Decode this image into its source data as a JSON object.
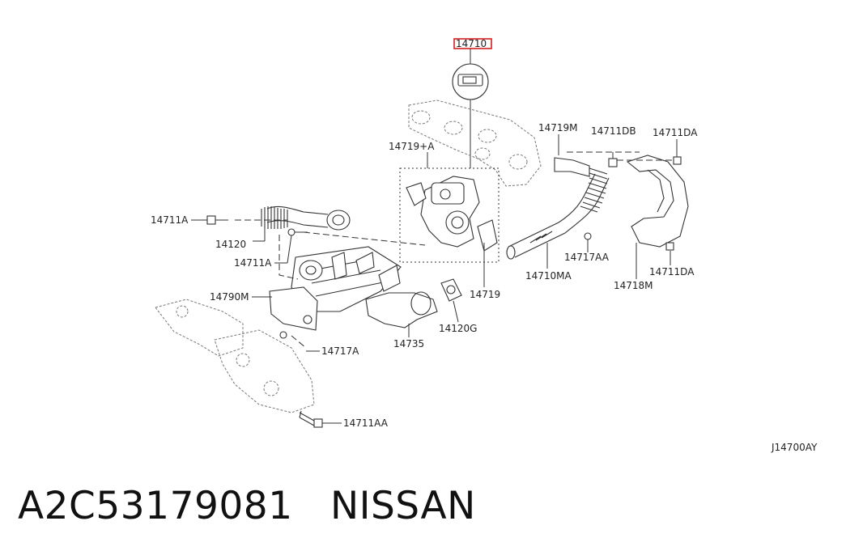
{
  "diagram_code": "J14700AY",
  "caption": {
    "part_number": "A2C53179081",
    "brand": "NISSAN"
  },
  "callouts": {
    "highlight": "14710",
    "c14719M": "14719M",
    "c14711DB": "14711DB",
    "c14711DA_top": "14711DA",
    "c14719A": "14719+A",
    "c14711A_left": "14711A",
    "c14120": "14120",
    "c14711A_mid": "14711A",
    "c14717AA": "14717AA",
    "c14710MA": "14710MA",
    "c14711DA_bottom": "14711DA",
    "c14718M": "14718M",
    "c14790M": "14790M",
    "c14719": "14719",
    "c14120G": "14120G",
    "c14735": "14735",
    "c14717A": "14717A",
    "c14711AA": "14711AA"
  },
  "colors": {
    "highlight_box": "#d42020",
    "line": "#333333"
  }
}
